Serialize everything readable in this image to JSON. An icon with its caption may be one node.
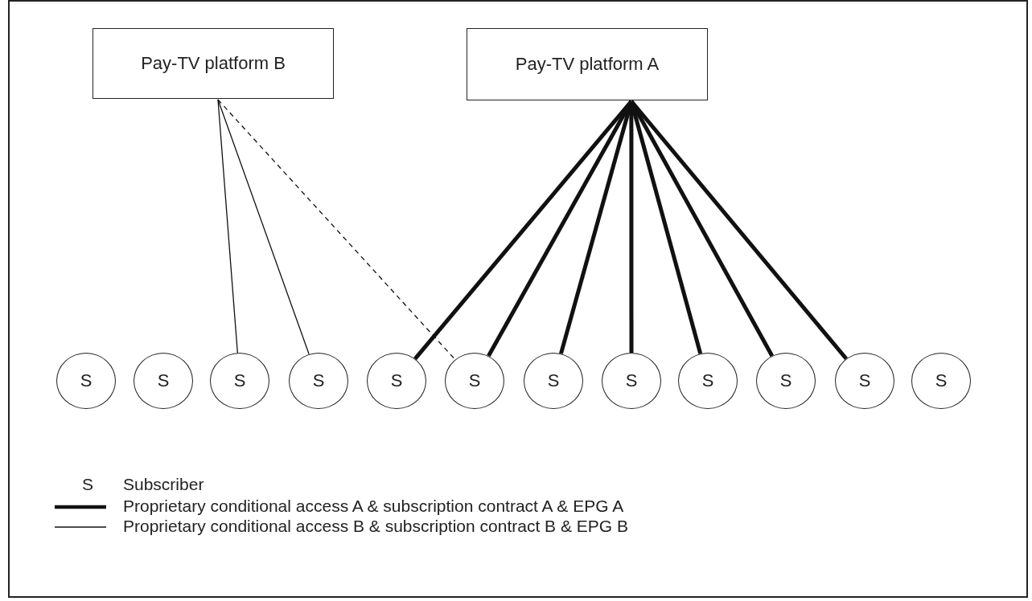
{
  "diagram": {
    "nodes": [
      {
        "text": [
          "Pay-TV platform B"
        ]
      },
      {
        "text": [
          "Pay-TV platform A"
        ]
      },
      {
        "text": [
          "S"
        ]
      },
      {
        "text": [
          "S"
        ]
      },
      {
        "text": [
          "S"
        ]
      },
      {
        "text": [
          "S"
        ]
      },
      {
        "text": [
          "S"
        ]
      },
      {
        "text": [
          "S"
        ]
      },
      {
        "text": [
          "S"
        ]
      },
      {
        "text": [
          "S"
        ]
      },
      {
        "text": [
          "S"
        ]
      },
      {
        "text": [
          "S"
        ]
      },
      {
        "text": [
          "S"
        ]
      },
      {
        "text": [
          "S"
        ]
      }
    ],
    "edges": [
      {
        "from": 0,
        "to": 4,
        "arrow": "none"
      },
      {
        "from": 0,
        "to": 5,
        "arrow": "none"
      },
      {
        "from": 0,
        "to": 7,
        "arrow": "none",
        "style": "dashed"
      },
      {
        "from": 1,
        "to": 6,
        "arrow": "none"
      },
      {
        "from": 1,
        "to": 7,
        "arrow": "none"
      },
      {
        "from": 1,
        "to": 8,
        "arrow": "none"
      },
      {
        "from": 1,
        "to": 9,
        "arrow": "none"
      },
      {
        "from": 1,
        "to": 10,
        "arrow": "none"
      },
      {
        "from": 1,
        "to": 11,
        "arrow": "none"
      },
      {
        "from": 1,
        "to": 12,
        "arrow": "none"
      }
    ],
    "labels": [
      "S"
    ],
    "legend": [
      {
        "text": "Subscriber"
      },
      {
        "text": "Proprietary conditional access A & subscription contract A & EPG A"
      },
      {
        "text": "Proprietary conditional access B & subscription contract B & EPG B"
      }
    ]
  }
}
